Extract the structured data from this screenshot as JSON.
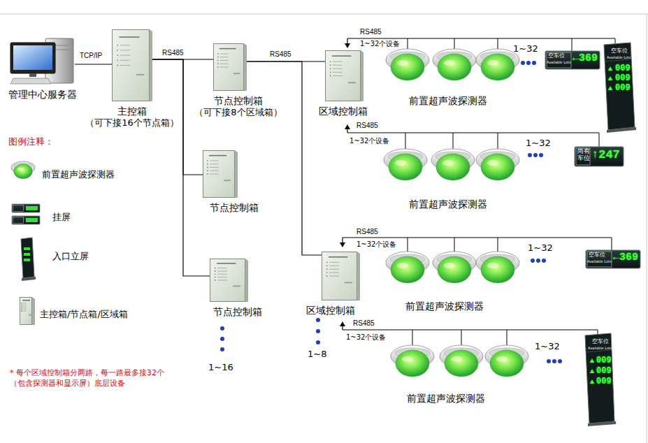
{
  "diagram": {
    "nodes": [
      {
        "text": [
          "管理中心服务器"
        ]
      },
      {
        "text": [
          "主控箱",
          "（可下接16个节点箱）"
        ]
      },
      {
        "text": [
          "节点控制箱",
          "（可下接8个区域箱）"
        ]
      },
      {
        "text": [
          "节点控制箱"
        ]
      },
      {
        "text": [
          "节点控制箱"
        ]
      },
      {
        "text": [
          "区域控制箱"
        ]
      },
      {
        "text": [
          "区域控制箱"
        ]
      }
    ],
    "edges": [
      {
        "from": 0,
        "to": 1,
        "label": "TCP/IP",
        "arrow": "none"
      },
      {
        "from": 1,
        "to": 2,
        "label": "RS485",
        "arrow": "none"
      },
      {
        "from": 1,
        "to": 3,
        "arrow": "none"
      },
      {
        "from": 1,
        "to": 4,
        "arrow": "none"
      },
      {
        "from": 2,
        "to": 5,
        "label": "RS485",
        "arrow": "none"
      },
      {
        "from": 2,
        "to": 6,
        "arrow": "none"
      }
    ],
    "labels": [
      "1~16",
      "1~8",
      "RS485",
      "1~32个设备",
      "1~32",
      "前置超声波探测器",
      "空车位",
      "Available Lots",
      "←369",
      "空车位",
      "Available Lots",
      "009",
      "009",
      "009",
      "RS485",
      "1~32个设备",
      "1~32",
      "前置超声波探测器",
      "尚有车位",
      "↑247",
      "RS485",
      "1~32个设备",
      "1~32",
      "前置超声波探测器",
      "空车位",
      "Available Lots",
      "←369",
      "RS485",
      "1~32个设备",
      "1~32",
      "前置超声波探测器",
      "空车位",
      "Available Lots",
      "009",
      "009",
      "009",
      "图例注释：",
      "* 每个区域控制箱分两路，每一路最多接32个（包含探测器和显示屏）底层设备"
    ],
    "legend": [
      {
        "text": "前置超声波探测器"
      },
      {
        "text": "挂屏"
      },
      {
        "text": "入口立屏"
      },
      {
        "text": "主控箱/节点箱/区域箱"
      }
    ]
  }
}
